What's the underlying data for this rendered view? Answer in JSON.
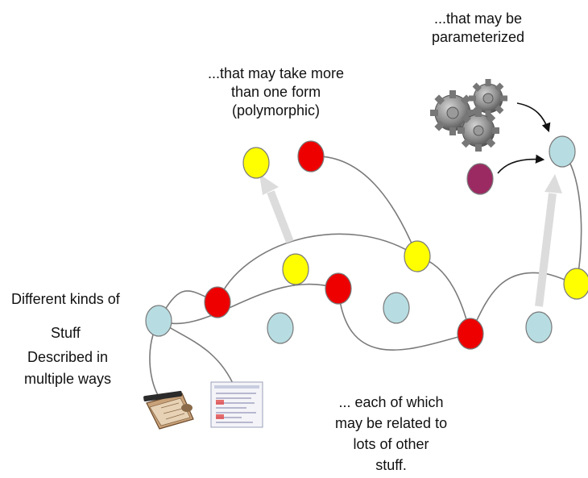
{
  "labels": {
    "parameterized": [
      "...that may be",
      "parameterized"
    ],
    "polymorphic": [
      "...that may take more",
      "than one form",
      "(polymorphic)"
    ],
    "different_kinds": [
      "Different kinds of",
      "Stuff"
    ],
    "described": [
      "Described in",
      "multiple ways"
    ],
    "related": [
      "... each of which",
      "may be related to",
      "lots of other",
      "stuff."
    ]
  },
  "colors": {
    "blue_node": "#b7dde2",
    "red_node": "#ee0000",
    "yellow_node": "#ffff00",
    "purple_node": "#9b2a62",
    "edge": "#7a7a7a",
    "arrow": "#dcdcdc"
  },
  "icons": [
    "gears-icon",
    "book-pen-icon",
    "document-icon"
  ]
}
